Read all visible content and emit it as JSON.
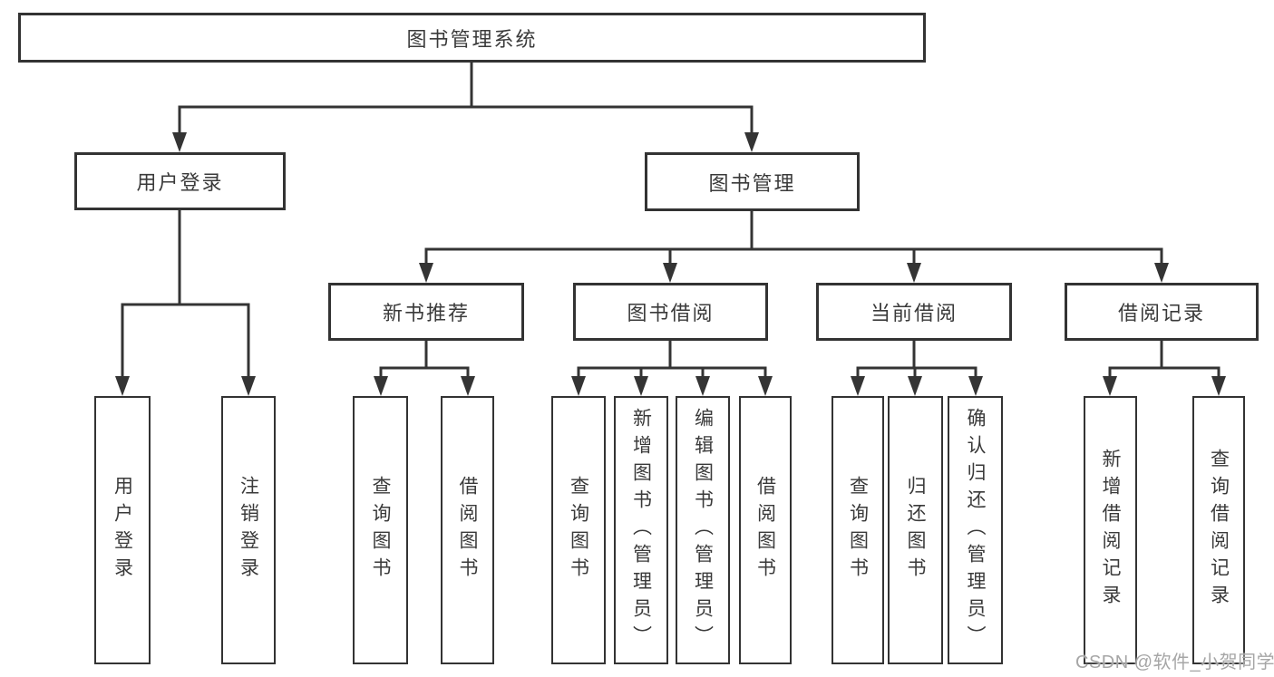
{
  "diagram": {
    "root": {
      "label": "图书管理系统"
    },
    "branches": [
      {
        "label": "用户登录",
        "children": [
          {
            "label": "用户登录"
          },
          {
            "label": "注销登录"
          }
        ]
      },
      {
        "label": "图书管理",
        "children": [
          {
            "label": "新书推荐",
            "children": [
              {
                "label": "查询图书"
              },
              {
                "label": "借阅图书"
              }
            ]
          },
          {
            "label": "图书借阅",
            "children": [
              {
                "label": "查询图书"
              },
              {
                "label": "新增图书（管理员）"
              },
              {
                "label": "编辑图书（管理员）"
              },
              {
                "label": "借阅图书"
              }
            ]
          },
          {
            "label": "当前借阅",
            "children": [
              {
                "label": "查询图书"
              },
              {
                "label": "归还图书"
              },
              {
                "label": "确认归还（管理员）"
              }
            ]
          },
          {
            "label": "借阅记录",
            "children": [
              {
                "label": "新增借阅记录"
              },
              {
                "label": "查询借阅记录"
              }
            ]
          }
        ]
      }
    ]
  },
  "watermark": {
    "text": "CSDN @软件_小贺同学"
  },
  "colors": {
    "line": "#343434",
    "border": "#333333",
    "text": "#3a3a3a",
    "background": "#ffffff",
    "watermark": "#a6a6a6"
  }
}
